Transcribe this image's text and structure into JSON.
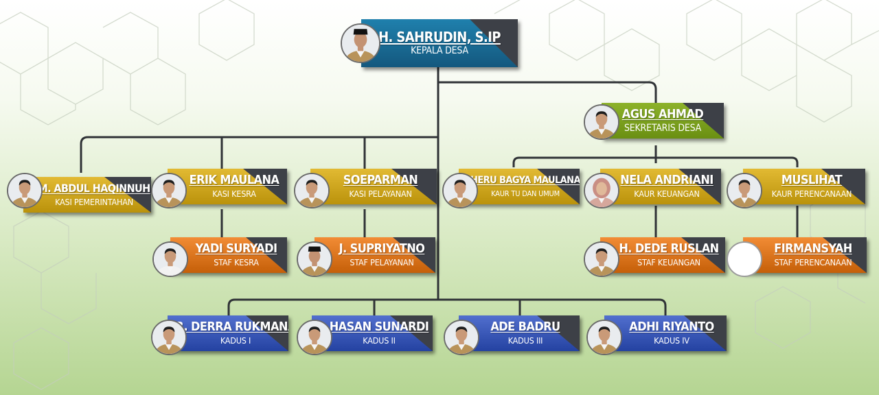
{
  "colors": {
    "head": "#1d6f9a",
    "secretary": "#7a9f1b",
    "kasi": "#c9a11a",
    "kaur": "#c9a11a",
    "staf": "#d9731c",
    "kadus": "#3351b0",
    "connector": "#2f3236"
  },
  "head": {
    "name": "H. SAHRUDIN, S.IP",
    "role": "KEPALA DESA",
    "photo": "male-official-peci"
  },
  "secretary": {
    "name": "AGUS AHMAD",
    "role": "SEKRETARIS DESA",
    "photo": "male-official"
  },
  "kasi": [
    {
      "name": "M. ABDUL HAQINNUH",
      "role": "KASI PEMERINTAHAN",
      "photo": "male-official"
    },
    {
      "name": "ERIK MAULANA",
      "role": "KASI KESRA",
      "photo": "male-official"
    },
    {
      "name": "SOEPARMAN",
      "role": "KASI PELAYANAN",
      "photo": "male-official"
    }
  ],
  "kaur": [
    {
      "name": "HERU BAGYA MAULANA",
      "role": "KAUR TU DAN UMUM",
      "photo": "male-official"
    },
    {
      "name": "NELA ANDRIANI",
      "role": "KAUR KEUANGAN",
      "photo": "female-hijab"
    },
    {
      "name": "MUSLIHAT",
      "role": "KAUR PERENCANAAN",
      "photo": "male-official"
    }
  ],
  "staf": [
    {
      "name": "YADI SURYADI",
      "role": "STAF KESRA",
      "photo": "male-white-shirt"
    },
    {
      "name": "J. SUPRIYATNO",
      "role": "STAF PELAYANAN",
      "photo": "male-official-peci"
    },
    {
      "name": "H. DEDE RUSLAN",
      "role": "STAF KEUANGAN",
      "photo": "male-official"
    },
    {
      "name": "FIRMANSYAH",
      "role": "STAF PERENCANAAN",
      "photo": "empty"
    }
  ],
  "kadus": [
    {
      "name": "R. DERRA RUKMANA",
      "role": "KADUS I",
      "photo": "male-official"
    },
    {
      "name": "HASAN SUNARDI",
      "role": "KADUS II",
      "photo": "male-official"
    },
    {
      "name": "ADE BADRU",
      "role": "KADUS III",
      "photo": "male-official"
    },
    {
      "name": "ADHI RIYANTO",
      "role": "KADUS IV",
      "photo": "male-official"
    }
  ]
}
